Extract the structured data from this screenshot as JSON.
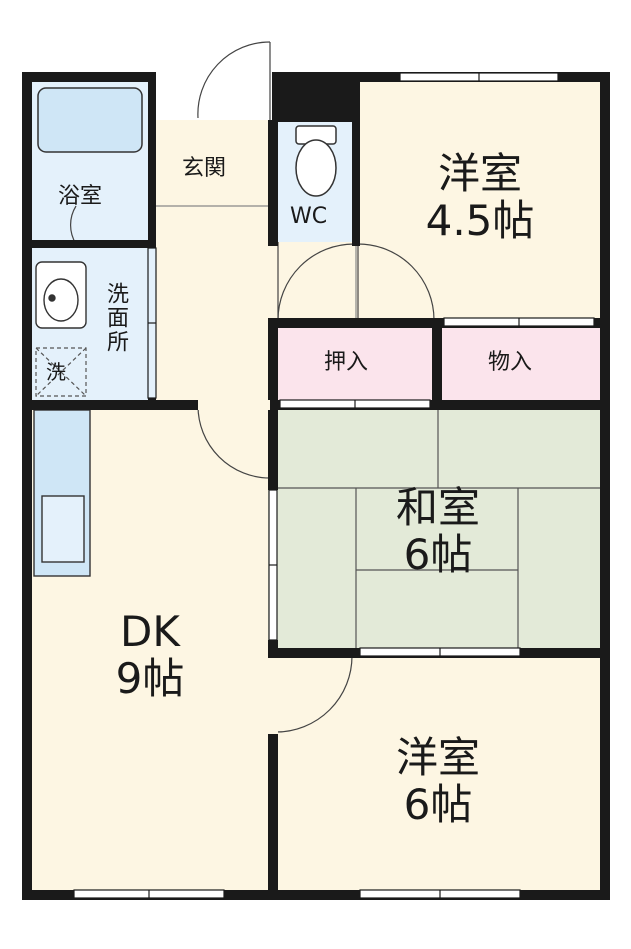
{
  "rooms": {
    "yoshitsu_small": {
      "name": "洋室",
      "size": "4.5帖"
    },
    "washitsu": {
      "name": "和室",
      "size": "6帖"
    },
    "yoshitsu_large": {
      "name": "洋室",
      "size": "6帖"
    },
    "dk": {
      "name": "DK",
      "size": "9帖"
    },
    "bath": {
      "name": "浴室"
    },
    "entrance": {
      "name": "玄関"
    },
    "wc": {
      "name": "WC"
    },
    "washroom": {
      "name": "洗面所"
    },
    "closet_oshiire": {
      "name": "押入"
    },
    "closet_monoire": {
      "name": "物入"
    },
    "washer": {
      "name": "洗"
    }
  },
  "colors": {
    "wall": "#1a1a1a",
    "floor_wood": "#fdf6e3",
    "floor_wet": "#e4f1fb",
    "tatami": "#e3ead8",
    "closet": "#fbe4ec"
  }
}
